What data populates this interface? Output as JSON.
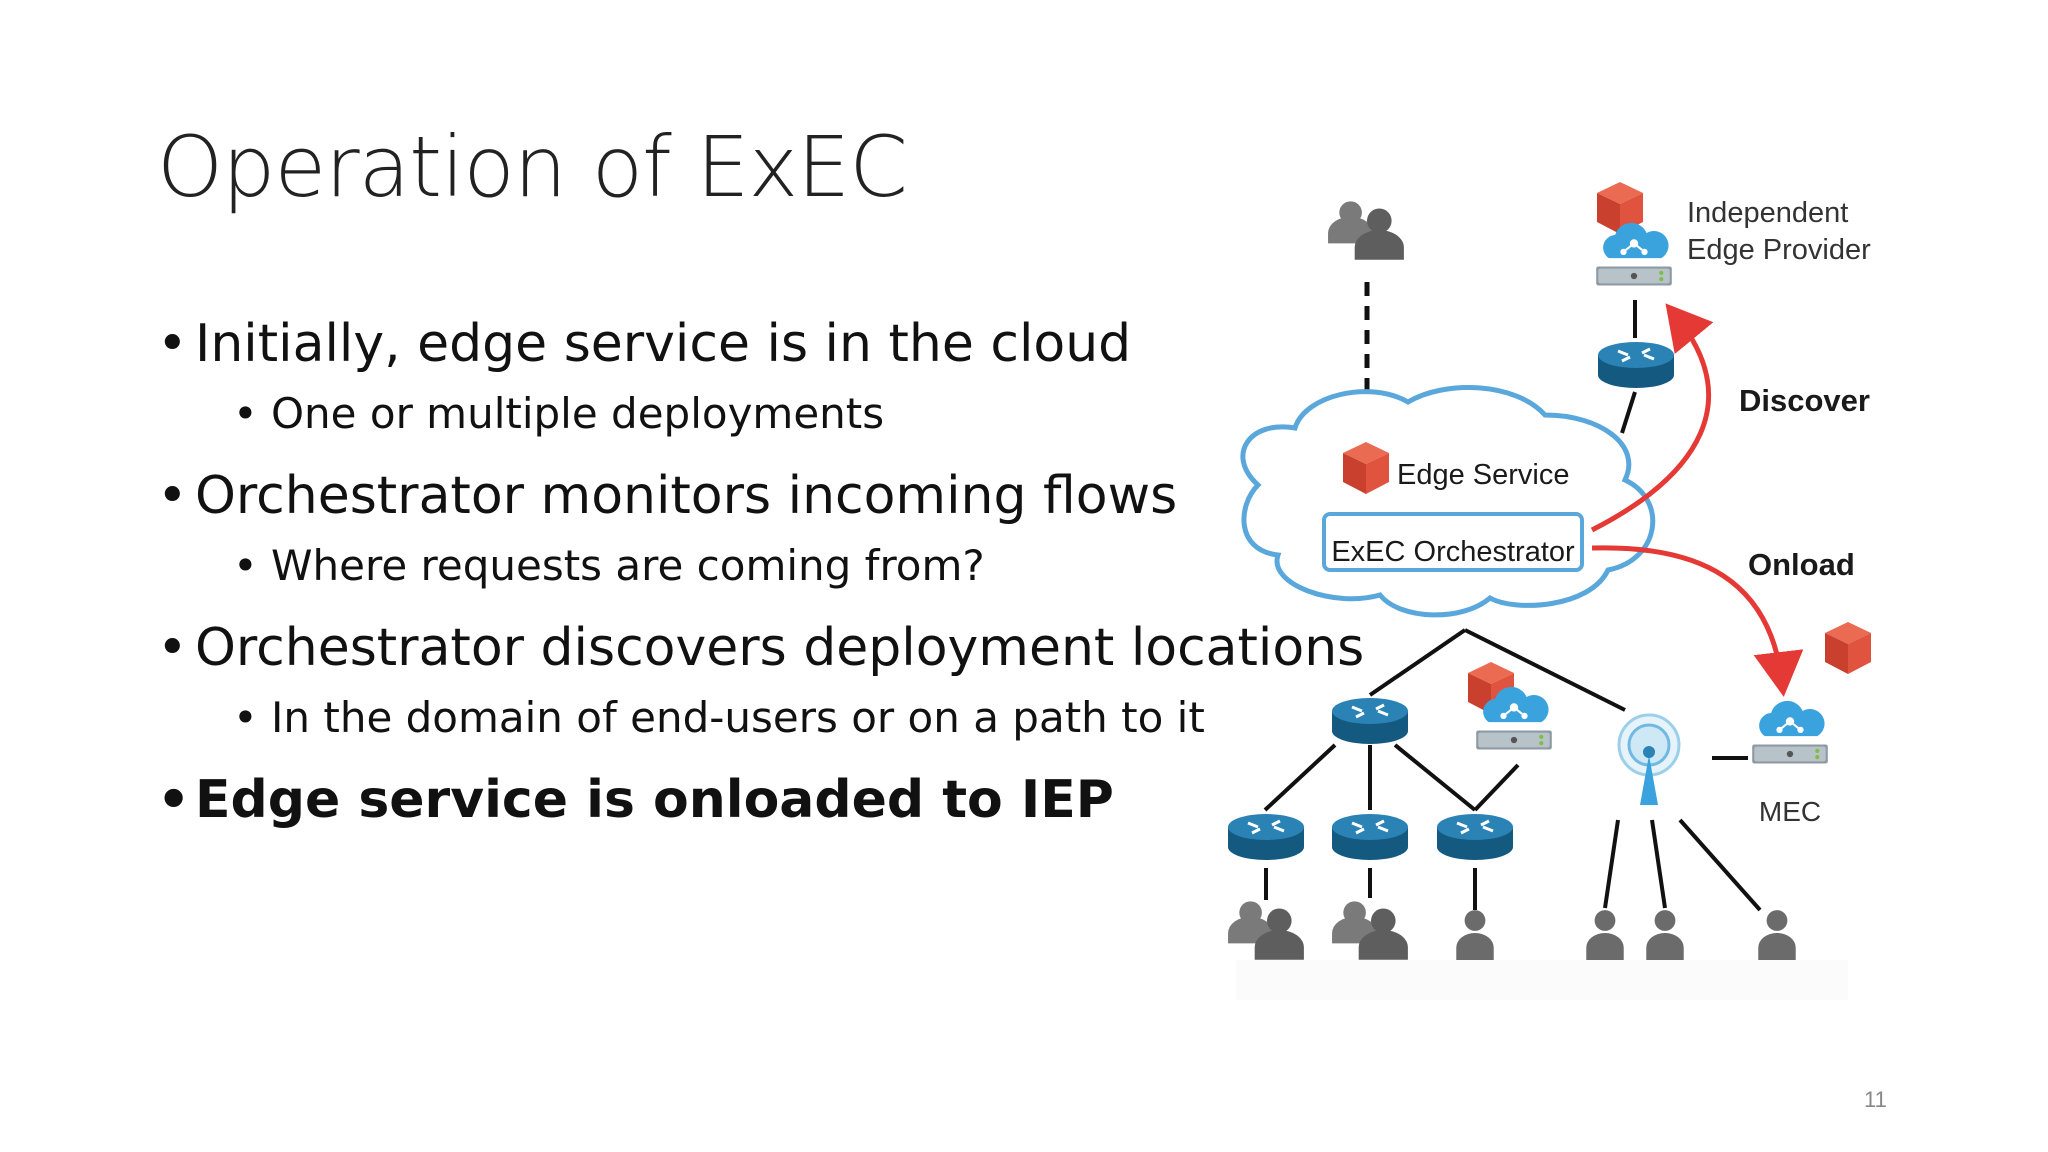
{
  "slide": {
    "title": "Operation of ExEC",
    "page_number": "11"
  },
  "bullets": [
    {
      "text": "Initially, edge service is in the cloud",
      "level": 1,
      "bold": false
    },
    {
      "text": "One or multiple deployments",
      "level": 2,
      "bold": false
    },
    {
      "text": "Orchestrator monitors incoming flows",
      "level": 1,
      "bold": false
    },
    {
      "text": "Where requests are coming from?",
      "level": 2,
      "bold": false
    },
    {
      "text": "Orchestrator discovers deployment locations",
      "level": 1,
      "bold": false
    },
    {
      "text": "In the domain of end-users or on a path to it",
      "level": 2,
      "bold": false
    },
    {
      "text": "Edge service is onloaded to IEP",
      "level": 1,
      "bold": true
    }
  ],
  "diagram": {
    "labels": {
      "iep_line1": "Independent",
      "iep_line2": "Edge Provider",
      "discover": "Discover",
      "onload": "Onload",
      "edge_service": "Edge Service",
      "orchestrator": "ExEC Orchestrator",
      "mec": "MEC"
    },
    "colors": {
      "cloud_outline": "#5aa7dc",
      "arrow_red": "#e53935",
      "router_blue": "#1d6a96",
      "server_cloud": "#3aa3dd",
      "package_red": "#d84a36",
      "user_gray": "#6b6b6b"
    }
  }
}
